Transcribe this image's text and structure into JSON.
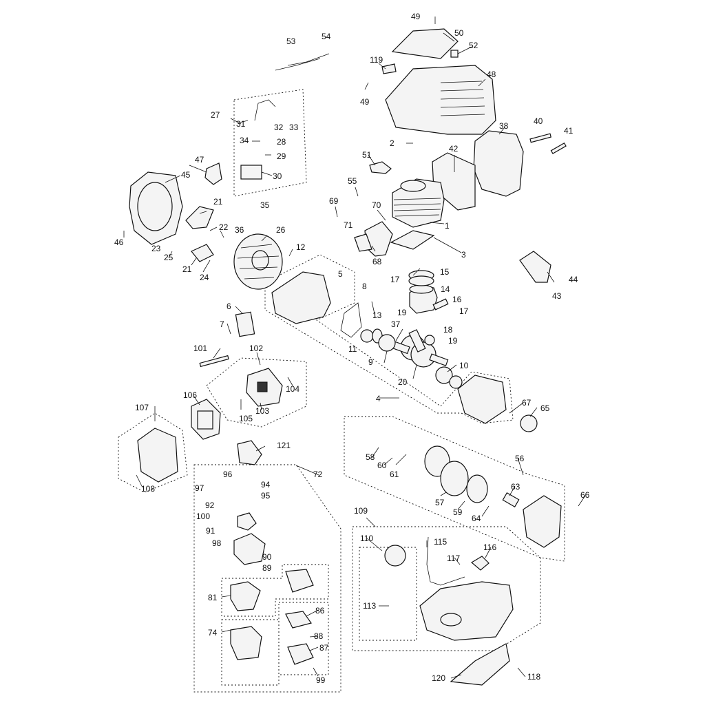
{
  "diagram": {
    "colors": {
      "ink": "#111111",
      "part_fill": "#f4f4f4",
      "dark_fill": "#333333",
      "paper": "#ffffff"
    },
    "callouts": {
      "c1": "1",
      "c2": "2",
      "c3": "3",
      "c4": "4",
      "c5": "5",
      "c6": "6",
      "c7": "7",
      "c8": "8",
      "c9": "9",
      "c10": "10",
      "c11": "11",
      "c12": "12",
      "c13": "13",
      "c14": "14",
      "c15": "15",
      "c16": "16",
      "c17a": "17",
      "c17b": "17",
      "c18": "18",
      "c19a": "19",
      "c19b": "19",
      "c20": "20",
      "c21a": "21",
      "c21b": "21",
      "c22": "22",
      "c23": "23",
      "c24": "24",
      "c25": "25",
      "c26": "26",
      "c27": "27",
      "c28": "28",
      "c29": "29",
      "c30": "30",
      "c31": "31",
      "c32": "32",
      "c33": "33",
      "c34": "34",
      "c35": "35",
      "c36": "36",
      "c37": "37",
      "c38": "38",
      "c40": "40",
      "c41": "41",
      "c42": "42",
      "c43": "43",
      "c44": "44",
      "c45": "45",
      "c46": "46",
      "c47": "47",
      "c48": "48",
      "c49a": "49",
      "c49b": "49",
      "c50": "50",
      "c51": "51",
      "c52": "52",
      "c53": "53",
      "c54": "54",
      "c55": "55",
      "c56": "56",
      "c57": "57",
      "c58": "58",
      "c59": "59",
      "c60": "60",
      "c61": "61",
      "c63": "63",
      "c64": "64",
      "c65": "65",
      "c66": "66",
      "c67": "67",
      "c68": "68",
      "c69": "69",
      "c70": "70",
      "c71": "71",
      "c72": "72",
      "c74": "74",
      "c81": "81",
      "c86": "86",
      "c87": "87",
      "c88": "88",
      "c89": "89",
      "c90": "90",
      "c91": "91",
      "c92": "92",
      "c94": "94",
      "c95": "95",
      "c96": "96",
      "c97": "97",
      "c98": "98",
      "c99": "99",
      "c100": "100",
      "c101": "101",
      "c102": "102",
      "c103": "103",
      "c104": "104",
      "c105": "105",
      "c106": "106",
      "c107": "107",
      "c108": "108",
      "c109": "109",
      "c110": "110",
      "c113": "113",
      "c115": "115",
      "c116": "116",
      "c117": "117",
      "c118": "118",
      "c119": "119",
      "c120": "120",
      "c121": "121"
    },
    "icons": {
      "cylinder": "cylinder-icon",
      "piston": "piston-icon",
      "crankshaft": "crankshaft-icon",
      "flywheel": "flywheel-icon",
      "fuel_tank": "fuel-tank-icon",
      "carburetor": "carburetor-icon",
      "air_filter": "air-filter-icon",
      "muffler": "muffler-icon",
      "recoil_starter": "recoil-starter-icon",
      "engine_cover": "engine-cover-icon"
    }
  }
}
